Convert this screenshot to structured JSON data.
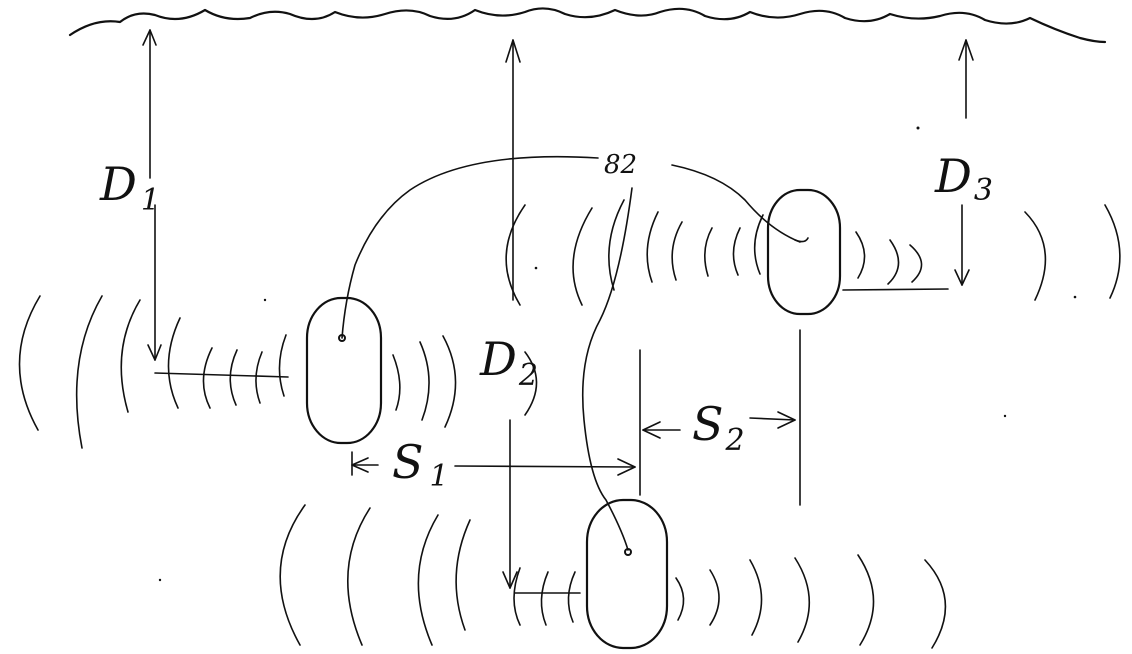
{
  "labels": {
    "reference_numeral": "82",
    "depth_1": {
      "letter": "D",
      "subscript": "1"
    },
    "depth_2": {
      "letter": "D",
      "subscript": "2"
    },
    "depth_3": {
      "letter": "D",
      "subscript": "3"
    },
    "spacing_1": {
      "letter": "S",
      "subscript": "1"
    },
    "spacing_2": {
      "letter": "S",
      "subscript": "2"
    }
  },
  "colors": {
    "ink": "#111111",
    "paper": "#ffffff"
  }
}
